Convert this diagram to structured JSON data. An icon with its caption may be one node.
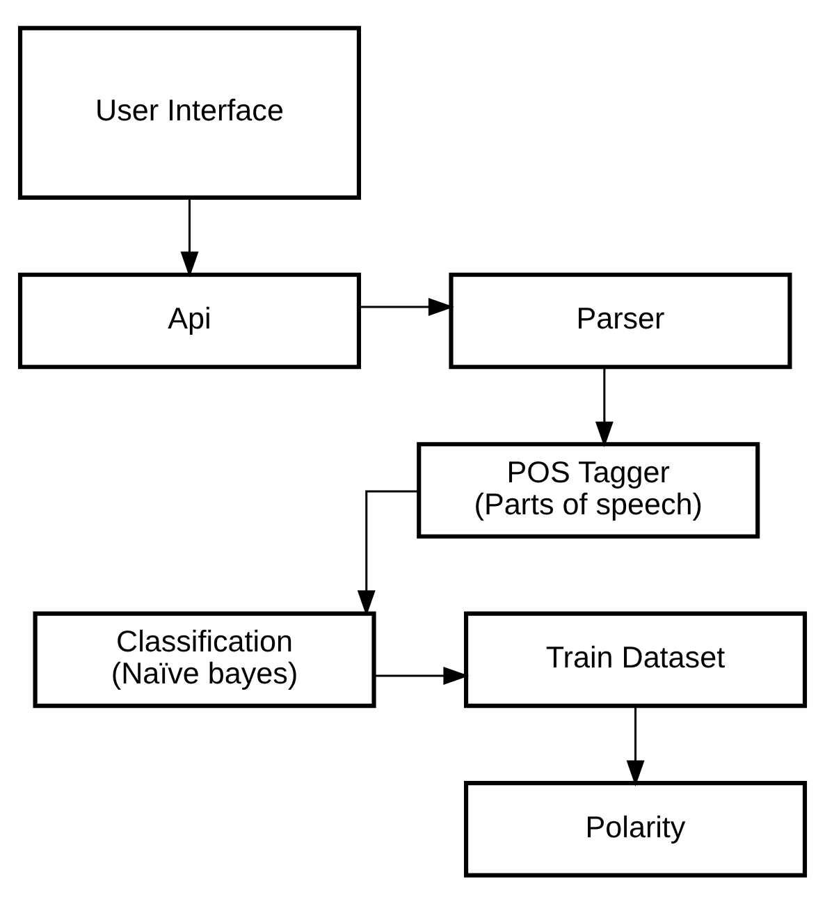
{
  "diagram": {
    "nodes": [
      {
        "text": [
          "User Interface"
        ]
      },
      {
        "text": [
          "Api"
        ]
      },
      {
        "text": [
          "Parser"
        ]
      },
      {
        "text": [
          "POS Tagger",
          "(Parts of speech)"
        ]
      },
      {
        "text": [
          "Classification",
          "(Naïve bayes)"
        ]
      },
      {
        "text": [
          "Train Dataset"
        ]
      },
      {
        "text": [
          "Polarity"
        ]
      }
    ],
    "edges": [
      {
        "from": 0,
        "to": 1,
        "arrow": "to"
      },
      {
        "from": 1,
        "to": 2,
        "arrow": "to"
      },
      {
        "from": 2,
        "to": 3,
        "arrow": "to"
      },
      {
        "from": 3,
        "to": 4,
        "arrow": "to"
      },
      {
        "from": 4,
        "to": 5,
        "arrow": "to"
      },
      {
        "from": 5,
        "to": 6,
        "arrow": "to"
      }
    ]
  }
}
